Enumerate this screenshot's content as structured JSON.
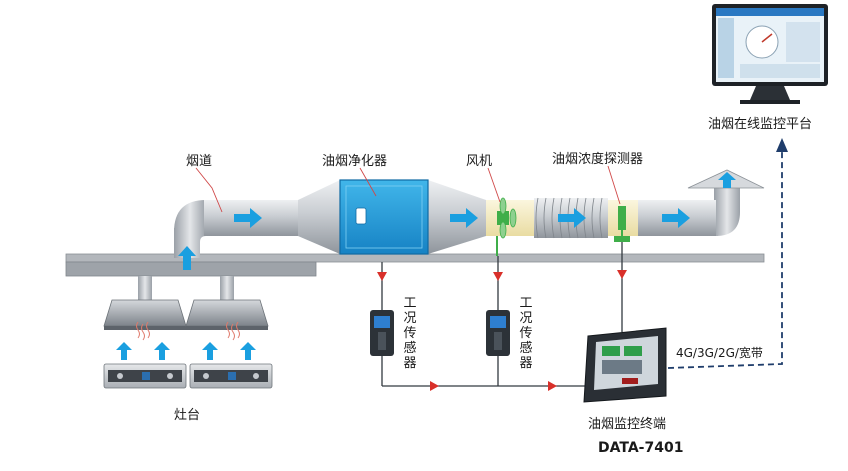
{
  "labels": {
    "flue": "烟道",
    "purifier": "油烟净化器",
    "fan": "风机",
    "detector": "油烟浓度探测器",
    "platform": "油烟在线监控平台",
    "sensor_left": "工况传感器",
    "sensor_right": "工况传感器",
    "stove": "灶台",
    "terminal": "油烟监控终端",
    "model": "DATA-7401",
    "network": "4G/3G/2G/宽带"
  },
  "colors": {
    "duct": "#c9cdd2",
    "purifier_blue": "#1d9ad6",
    "arrow_blue": "#1a9fe0",
    "signal_red": "#d9302a",
    "link_navy": "#1f3d6b",
    "fan_green": "#3fae49",
    "duct_yellow": "#f6efc9"
  }
}
